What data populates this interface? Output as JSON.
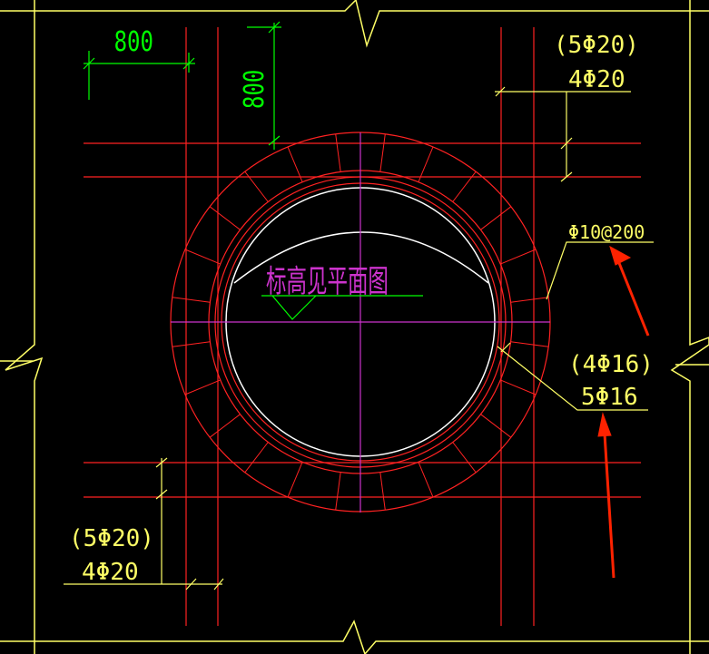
{
  "colors": {
    "background": "#000000",
    "wall": "#ffff66",
    "rebar": "#ff2222",
    "dimension": "#00ff00",
    "centerline": "#cc33cc",
    "annotation_text": "#cc33cc",
    "opening": "#ffffff",
    "arrow": "#ff2200"
  },
  "dimensions": {
    "horizontal": "800",
    "vertical": "800"
  },
  "labels": {
    "top_right_a": "(5Φ20)",
    "top_right_b": "4Φ20",
    "stirrup": "Φ10@200",
    "ring_a": "(4Φ16)",
    "ring_b": "5Φ16",
    "bottom_left_a": "(5Φ20)",
    "bottom_left_b": "4Φ20",
    "elevation_note": "标高见平面图"
  },
  "icons": {
    "break_symbol": "zigzag-break-icon",
    "pointer_arrow": "red-arrow-icon"
  }
}
